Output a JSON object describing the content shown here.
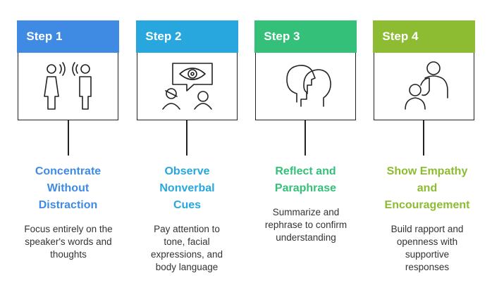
{
  "colors": {
    "step1": "#3f8be3",
    "step2": "#27a7dd",
    "step3": "#35c07a",
    "step4": "#8dbb32"
  },
  "steps": [
    {
      "label": "Step 1",
      "icon": "two-people-talking-icon",
      "title_lines": [
        "Concentrate",
        "Without",
        "Distraction"
      ],
      "desc_lines": [
        "Focus entirely on the",
        "speaker's words and",
        "thoughts"
      ]
    },
    {
      "label": "Step 2",
      "icon": "observing-eye-icon",
      "title_lines": [
        "Observe",
        "Nonverbal",
        "Cues"
      ],
      "desc_lines": [
        "Pay attention to",
        "tone, facial",
        "expressions, and",
        "body language"
      ]
    },
    {
      "label": "Step 3",
      "icon": "reflecting-heads-icon",
      "title_lines": [
        "Reflect and",
        "Paraphrase"
      ],
      "desc_lines": [
        "Summarize and",
        "rephrase to confirm",
        "understanding"
      ]
    },
    {
      "label": "Step 4",
      "icon": "empathy-embrace-icon",
      "title_lines": [
        "Show Empathy",
        "and",
        "Encouragement"
      ],
      "desc_lines": [
        "Build rapport and",
        "openness with",
        "supportive",
        "responses"
      ]
    }
  ]
}
